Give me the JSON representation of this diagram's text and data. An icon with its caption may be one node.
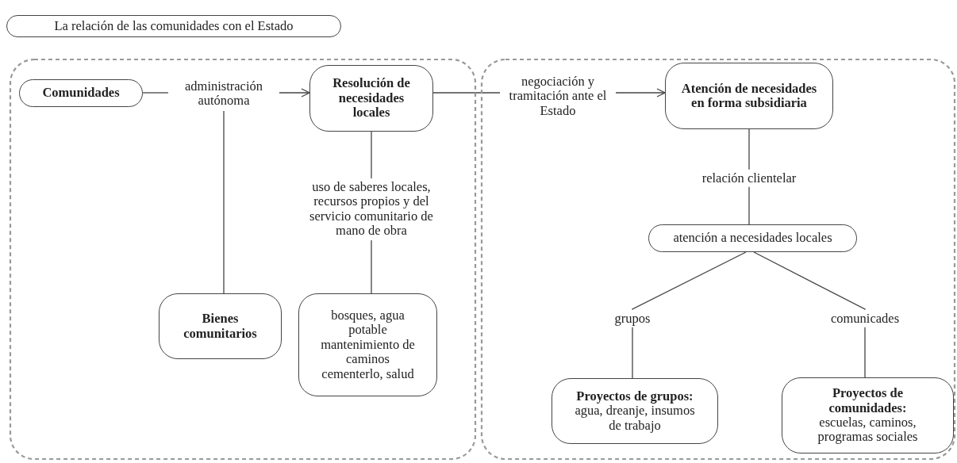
{
  "diagram": {
    "nodes": [
      {
        "text": [
          "La relación de las comunidades con el Estado"
        ]
      },
      {
        "text": [],
        "shape": "box"
      },
      {
        "text": [
          "Comunidades"
        ],
        "in": 1
      },
      {
        "text": [
          "administración autónoma"
        ],
        "in": 1
      },
      {
        "text": [
          "Resolución de necesidades locales"
        ],
        "in": 1
      },
      {
        "text": [
          "Bienes comunitarios"
        ],
        "in": 1
      },
      {
        "text": [
          "bosques, agua potable mantenimiento de caminos cementerlo, salud"
        ],
        "in": 1
      },
      {
        "text": [],
        "shape": "box"
      },
      {
        "text": [
          "Atención de necesidades en forma subsidiaria"
        ],
        "in": 7
      },
      {
        "text": [
          "atención a necesidades locales"
        ],
        "in": 7
      },
      {
        "text": [
          "Proyectos de grupos:",
          "agua, dreanje, insumos de trabajo"
        ],
        "in": 7
      },
      {
        "text": [
          "Proyectos de comunidades:",
          "escuelas, caminos, programas sociales"
        ],
        "in": 7
      }
    ],
    "edges": [
      {
        "from": 2,
        "to": 3,
        "arrow": "none"
      },
      {
        "from": 3,
        "to": 4,
        "arrow": "to"
      },
      {
        "from": 3,
        "to": 5,
        "arrow": "none"
      },
      {
        "from": 4,
        "to": 6,
        "arrow": "none",
        "label": "uso de saberes locales, recursos propios y del servicio comunitario de mano de obra"
      },
      {
        "from": 4,
        "to": 8,
        "arrow": "to",
        "label": "negociación y tramitación ante el Estado"
      },
      {
        "from": 8,
        "to": 9,
        "arrow": "none",
        "label": "relación clientelar"
      },
      {
        "from": 9,
        "to": 10,
        "arrow": "none",
        "label": "grupos"
      },
      {
        "from": 9,
        "to": 11,
        "arrow": "none",
        "label": "comunicades"
      }
    ]
  }
}
